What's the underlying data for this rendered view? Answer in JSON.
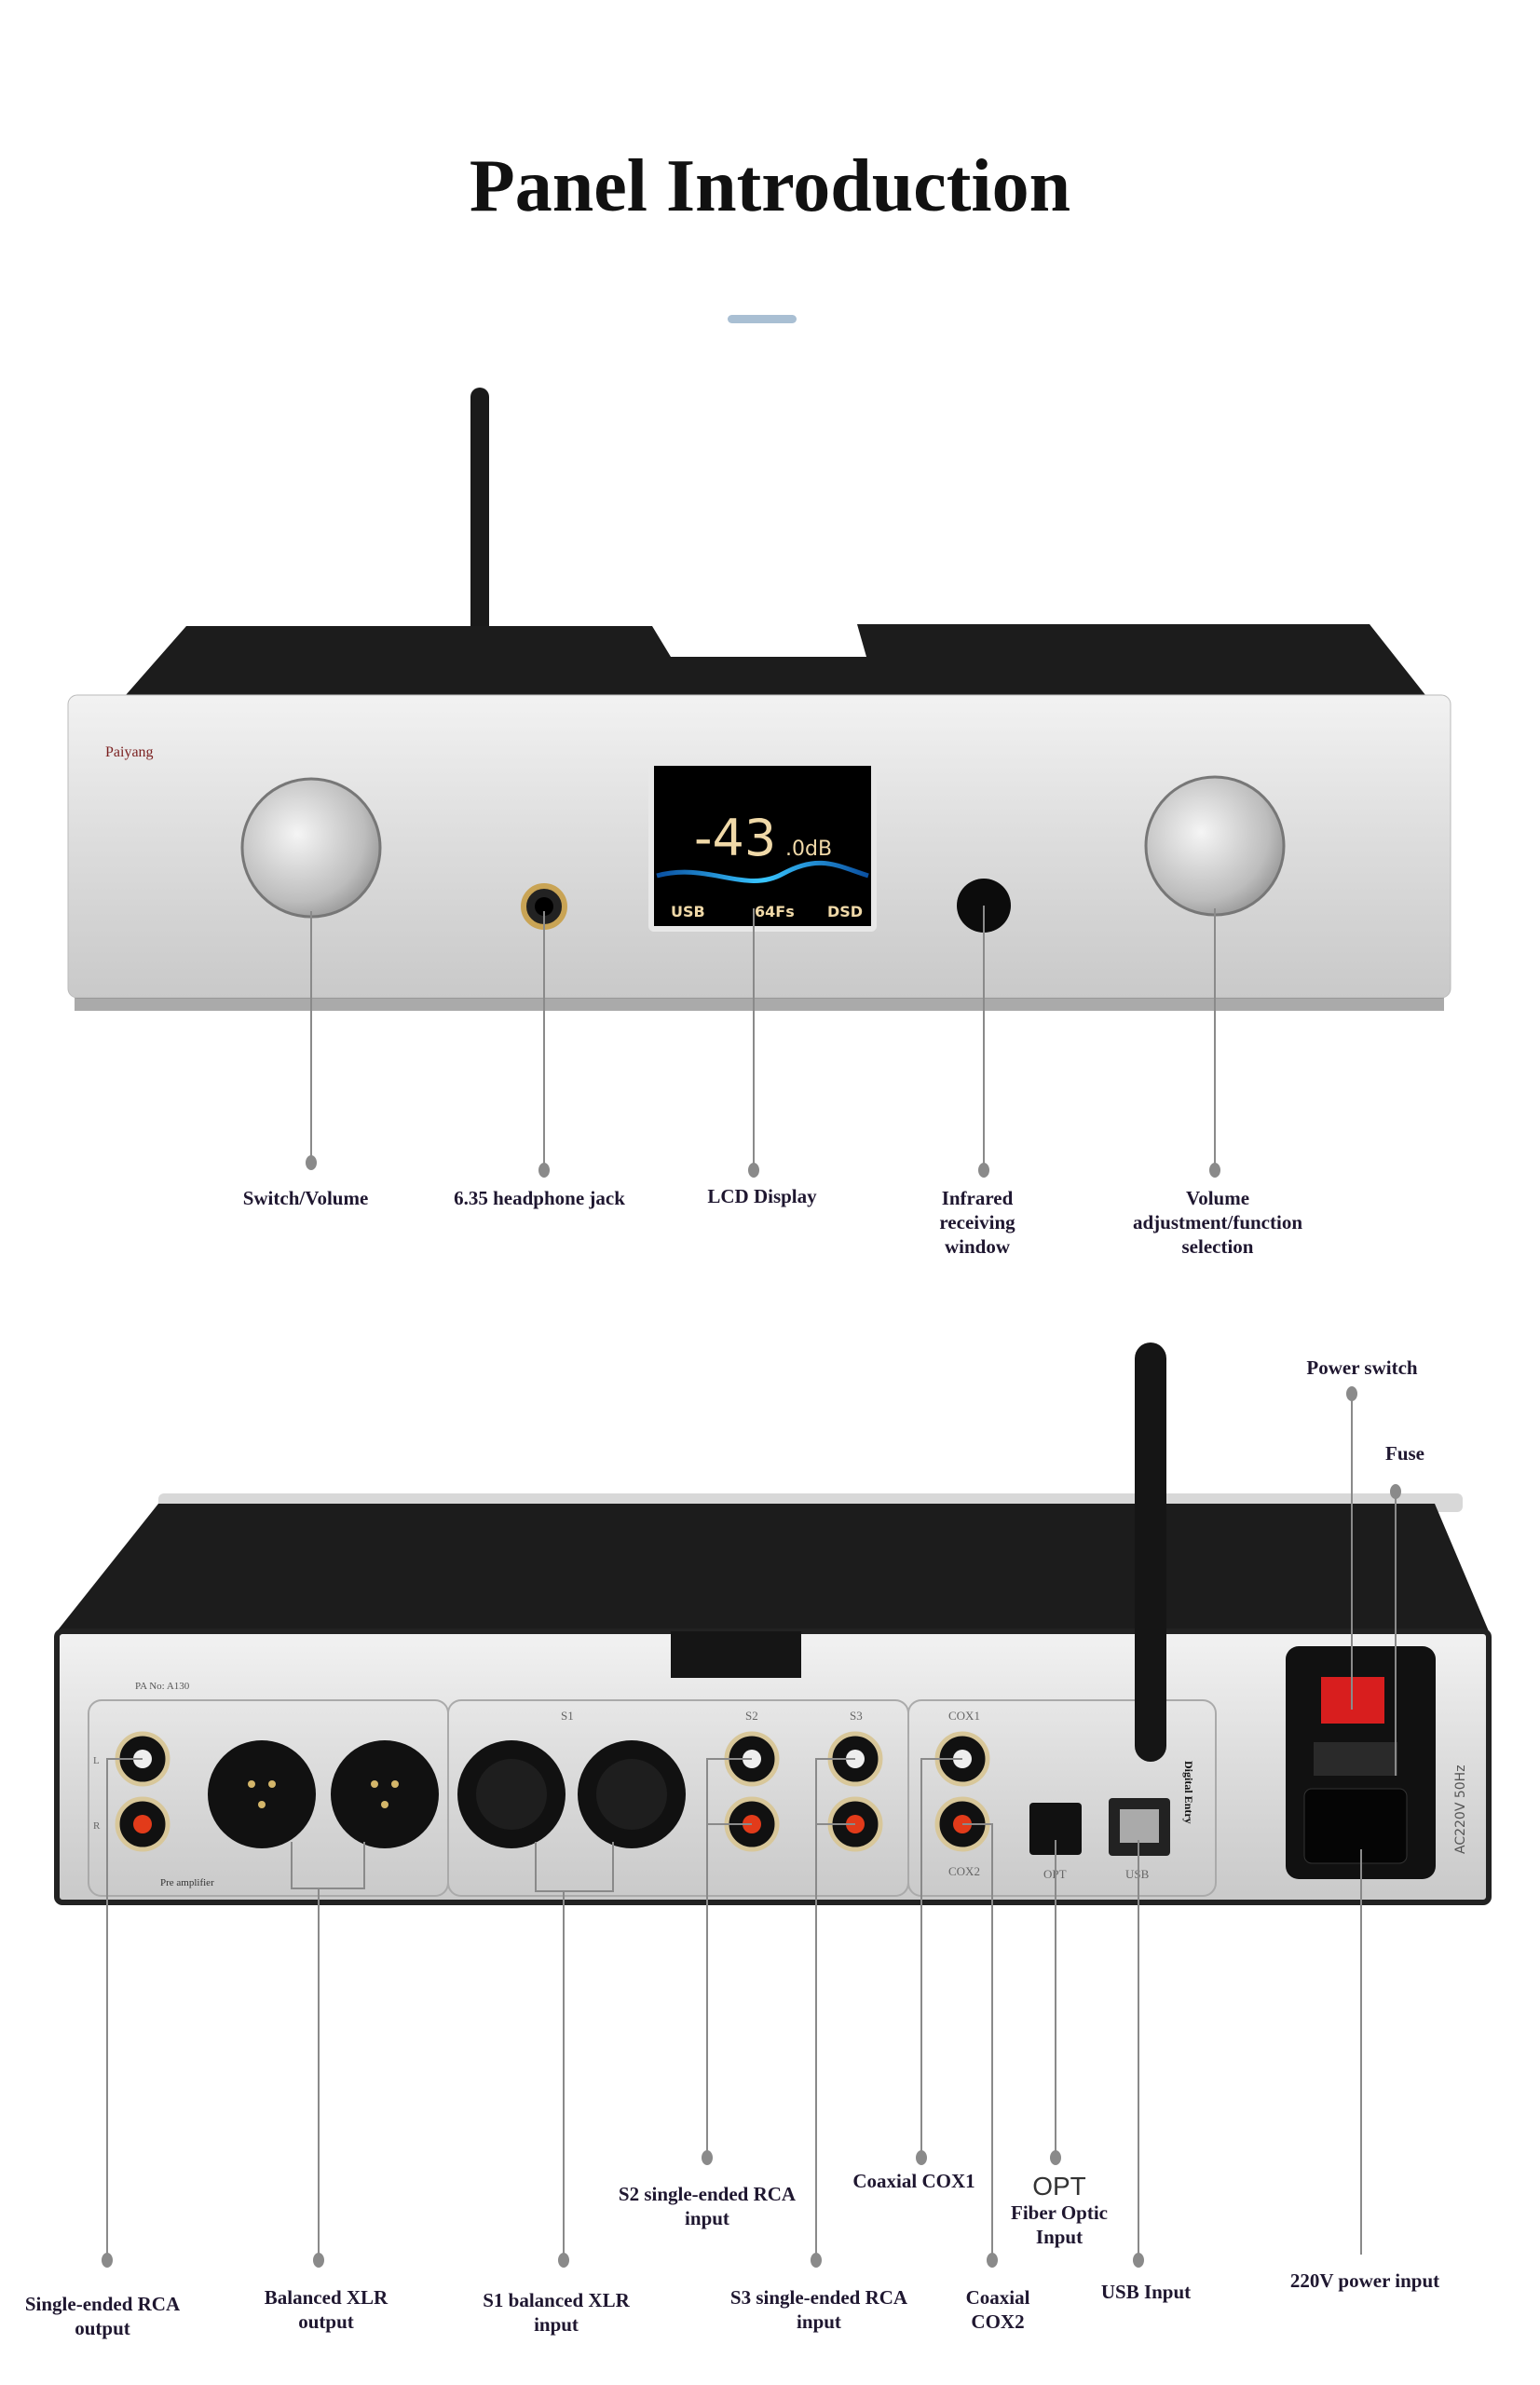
{
  "title": "Panel Introduction",
  "colors": {
    "accent": "#a9bfd3",
    "label": "#1f1730",
    "leader": "#8a8a8a",
    "lcd_text": "#f0d9a8",
    "power_switch": "#d81e1e"
  },
  "front": {
    "brand": "Paiyang",
    "lcd": {
      "value": "-43",
      "unit": ".0dB",
      "source": "USB",
      "rate": "64Fs",
      "format": "DSD"
    },
    "labels": [
      {
        "text": "Switch/Volume"
      },
      {
        "text": "6.35 headphone jack"
      },
      {
        "text": "LCD Display"
      },
      {
        "lines": [
          "Infrared",
          "receiving",
          "window"
        ]
      },
      {
        "lines": [
          "Volume",
          "adjustment/function",
          "selection"
        ]
      }
    ]
  },
  "rear": {
    "panel_text": {
      "model": "PA No: A130",
      "pre_amp": "Pre amplifier",
      "s1": "S1",
      "s2": "S2",
      "s3": "S3",
      "cox1": "COX1",
      "cox2": "COX2",
      "opt": "OPT",
      "usb": "USB",
      "digital": "Digital Entry",
      "ac": "AC220V 50Hz",
      "l": "L",
      "r": "R"
    },
    "labels": {
      "power_switch": "Power switch",
      "fuse": "Fuse",
      "rca_out": [
        "Single-ended RCA",
        "output"
      ],
      "xlr_out": [
        "Balanced XLR",
        "output"
      ],
      "s1": [
        "S1 balanced XLR",
        "input"
      ],
      "s2": [
        "S2 single-ended RCA",
        "input"
      ],
      "s3": [
        "S3 single-ended RCA",
        "input"
      ],
      "cox1": "Coaxial COX1",
      "cox2": [
        "Coaxial",
        "COX2"
      ],
      "opt": [
        "OPT",
        "Fiber Optic",
        "Input"
      ],
      "usb": "USB Input",
      "power": "220V power input"
    }
  }
}
